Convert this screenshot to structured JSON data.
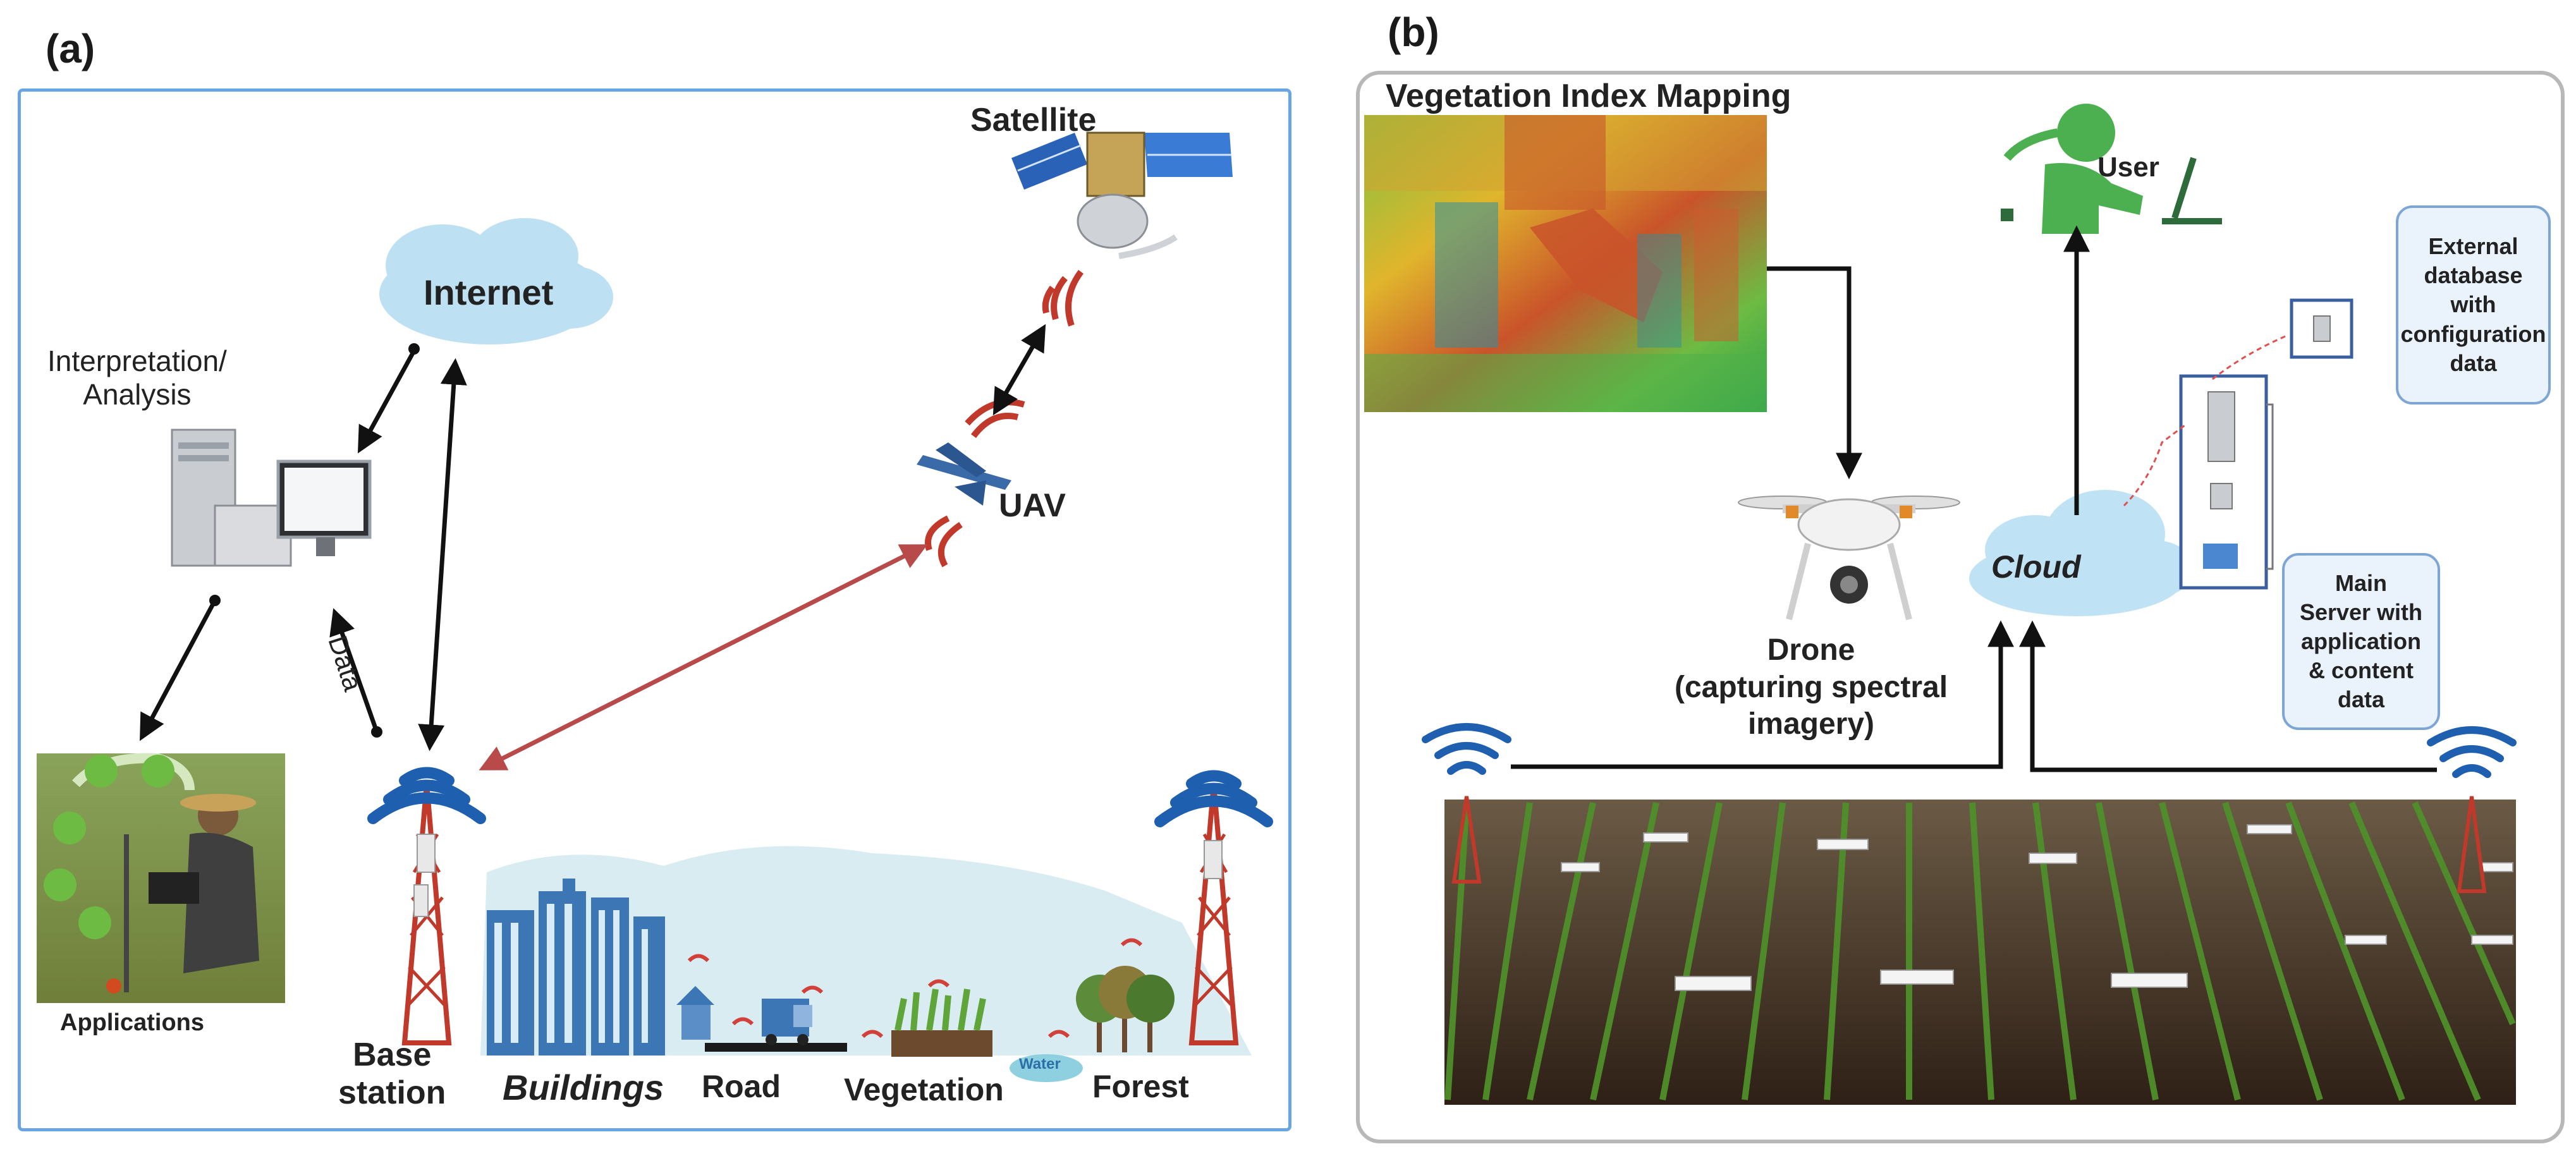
{
  "panel_a": {
    "letter": "(a)",
    "labels": {
      "satellite": "Satellite",
      "internet": "Internet",
      "interpretation": "Interpretation/\nAnalysis",
      "uav": "UAV",
      "data": "Data",
      "applications": "Applications",
      "base_station": "Base\nstation",
      "buildings": "Buildings",
      "road": "Road",
      "vegetation": "Vegetation",
      "water": "Water",
      "forest": "Forest"
    }
  },
  "panel_b": {
    "letter": "(b)",
    "labels": {
      "vegetation_index_mapping": "Vegetation Index Mapping",
      "user": "User",
      "drone": "Drone\n(capturing spectral imagery)",
      "cloud": "Cloud",
      "external_database": "External\ndatabase\nwith\nconfiguration\ndata",
      "main_server": "Main\nServer with\napplication\n& content\ndata"
    }
  },
  "colors": {
    "panel_a_border": "#6aa5e3",
    "panel_b_border": "#b8b8b8",
    "wifi_blue": "#1f5fb0",
    "signal_red": "#c0392b",
    "user_green": "#4caf50",
    "cloud_blue": "#bfe3f5",
    "field_soil": "#4a3526",
    "crop_green": "#4f8f2a"
  },
  "icons": [
    "satellite-icon",
    "cloud-icon",
    "computer-icon",
    "uav-icon",
    "tower-icon",
    "drone-icon",
    "user-icon",
    "server-icon",
    "farmer-photo",
    "field-photo",
    "ndvi-map"
  ]
}
